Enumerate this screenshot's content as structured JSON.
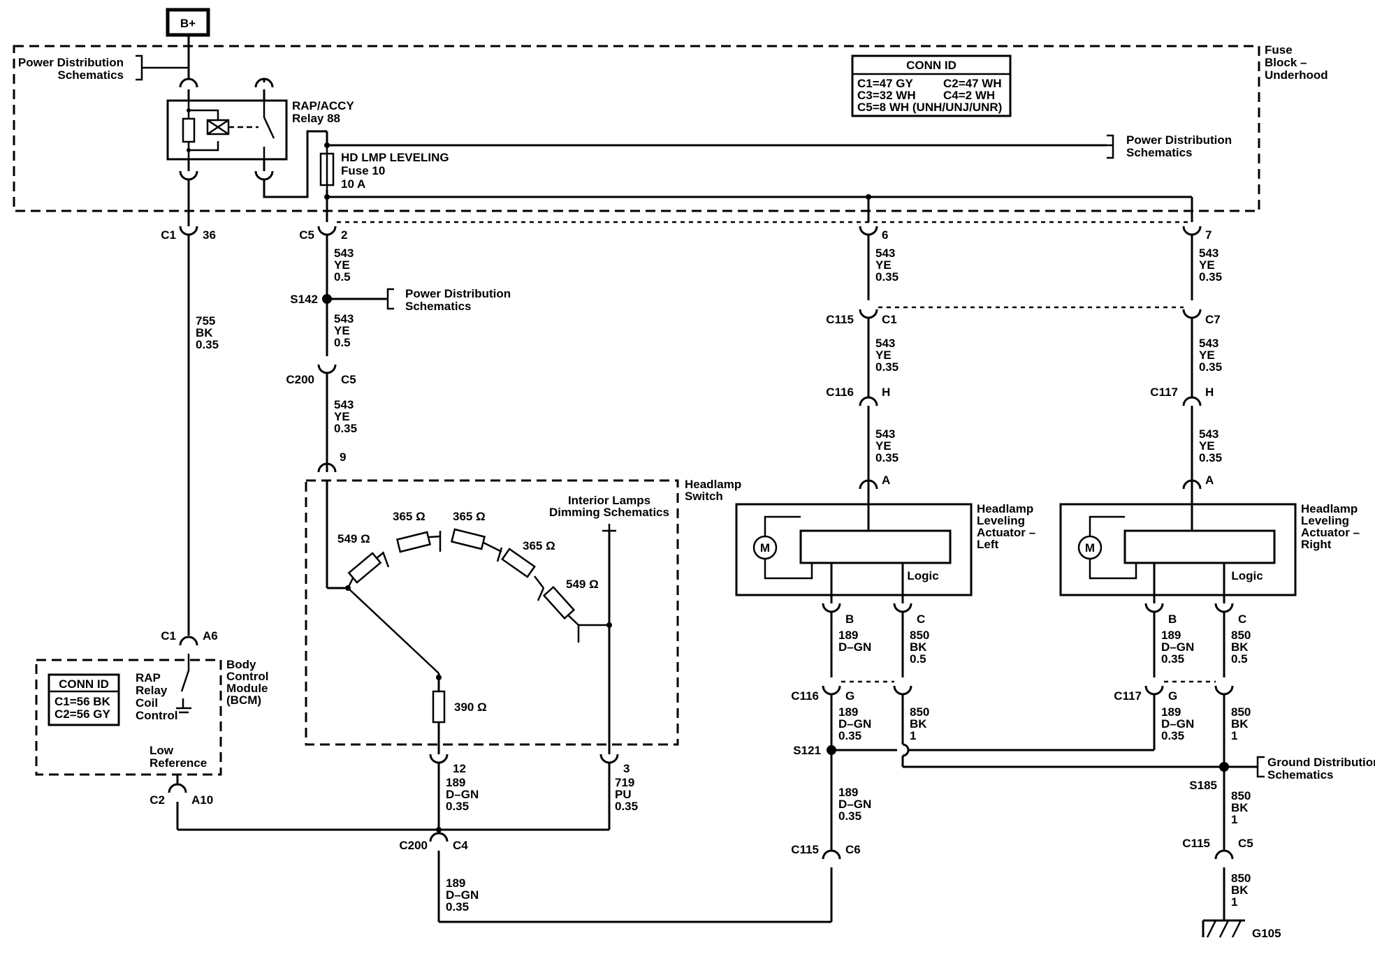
{
  "battery": "B+",
  "fuse_block": {
    "line1": "Fuse",
    "line2": "Block –",
    "line3": "Underhood"
  },
  "conn_id_fuse": {
    "title": "CONN ID",
    "r1a": "C1=47 GY",
    "r1b": "C2=47 WH",
    "r2a": "C3=32 WH",
    "r2b": "C4=2 WH",
    "r3": "C5=8 WH (UNH/UNJ/UNR)"
  },
  "pds": {
    "line1": "Power Distribution",
    "line2": "Schematics"
  },
  "relay": {
    "line1": "RAP/ACCY",
    "line2": "Relay 88"
  },
  "fuse": {
    "line1": "HD LMP LEVELING",
    "line2": "Fuse 10",
    "line3": "10 A"
  },
  "c1": "C1",
  "c2": "C2",
  "c5": "C5",
  "c7": "C7",
  "pin36": "36",
  "pin2": "2",
  "pin6": "6",
  "pin7": "7",
  "pin9": "9",
  "pinA6": "A6",
  "pinA10": "A10",
  "pin12": "12",
  "pin3": "3",
  "pinA": "A",
  "pinB": "B",
  "pinC": "C",
  "pinG": "G",
  "pinH": "H",
  "c4": "C4",
  "c6": "C6",
  "c115": "C115",
  "c116": "C116",
  "c117": "C117",
  "c200": "C200",
  "s142": "S142",
  "s121": "S121",
  "s185": "S185",
  "g105": "G105",
  "w543": "543",
  "ye": "YE",
  "g05": "0.5",
  "g035": "0.35",
  "g1": "1",
  "w755": "755",
  "w189": "189",
  "w850": "850",
  "w719": "719",
  "bk": "BK",
  "dgn": "D–GN",
  "pu": "PU",
  "headlamp_switch": {
    "line1": "Headlamp",
    "line2": "Switch"
  },
  "interior_lamps": {
    "line1": "Interior Lamps",
    "line2": "Dimming Schematics"
  },
  "resistors": {
    "r549": "549 Ω",
    "r365": "365 Ω",
    "r390": "390 Ω"
  },
  "actuator_left": {
    "line1": "Headlamp",
    "line2": "Leveling",
    "line3": "Actuator –",
    "line4": "Left",
    "logic": "Logic",
    "motor": "M"
  },
  "actuator_right": {
    "line1": "Headlamp",
    "line2": "Leveling",
    "line3": "Actuator –",
    "line4": "Right",
    "logic": "Logic",
    "motor": "M"
  },
  "bcm": {
    "line1": "Body",
    "line2": "Control",
    "line3": "Module",
    "line4": "(BCM)",
    "conn_title": "CONN ID",
    "conn_r1": "C1=56 BK",
    "conn_r2": "C2=56 GY",
    "ctl1": "RAP",
    "ctl2": "Relay",
    "ctl3": "Coil",
    "ctl4": "Control",
    "low1": "Low",
    "low2": "Reference"
  },
  "gds": {
    "line1": "Ground Distribution",
    "line2": "Schematics"
  }
}
